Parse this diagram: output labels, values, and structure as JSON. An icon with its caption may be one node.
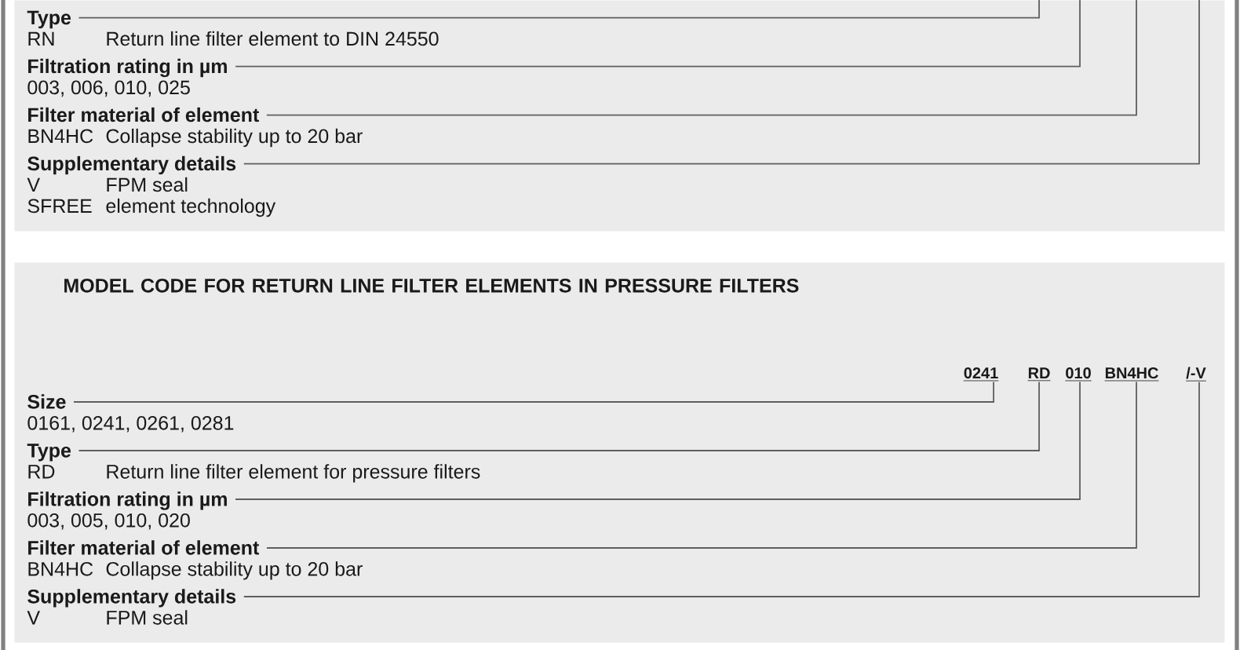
{
  "diagram": {
    "nodes": [
      {
        "text": [],
        "shape": "box"
      },
      {
        "text": [
          "Type",
          "RN",
          "Return line filter element to DIN 24550"
        ],
        "in": 0
      },
      {
        "text": [
          "Filtration rating in µm",
          "003, 006, 010, 025"
        ],
        "in": 0
      },
      {
        "text": [
          "Filter material of element",
          "BN4HC",
          "Collapse stability up to 20 bar"
        ],
        "in": 0
      },
      {
        "text": [
          "Supplementary details",
          "V",
          "FPM seal",
          "SFREE",
          "element technology"
        ],
        "in": 0
      },
      {
        "text": [
          "MODEL CODE FOR RETURN LINE FILTER ELEMENTS IN PRESSURE FILTERS"
        ]
      },
      {
        "text": [
          "0241"
        ],
        "in": 5
      },
      {
        "text": [
          "RD"
        ],
        "in": 5
      },
      {
        "text": [
          "010"
        ],
        "in": 5
      },
      {
        "text": [
          "BN4HC"
        ],
        "in": 5
      },
      {
        "text": [
          "/-V"
        ],
        "in": 5
      },
      {
        "text": [
          "Size",
          "0161, 0241, 0261, 0281"
        ],
        "in": 5
      },
      {
        "text": [
          "Type",
          "RD",
          "Return line filter element for pressure filters"
        ],
        "in": 5
      },
      {
        "text": [
          "Filtration rating in µm",
          "003, 005, 010, 020"
        ],
        "in": 5
      },
      {
        "text": [
          "Filter material of element",
          "BN4HC",
          "Collapse stability up to 20 bar"
        ],
        "in": 5
      },
      {
        "text": [
          "Supplementary details",
          "V",
          "FPM seal"
        ],
        "in": 5
      }
    ],
    "edges": [
      {
        "from": 1,
        "to": null,
        "arrow": "none"
      },
      {
        "from": 2,
        "to": null,
        "arrow": "none"
      },
      {
        "from": 3,
        "to": null,
        "arrow": "none"
      },
      {
        "from": 4,
        "to": null,
        "arrow": "none"
      },
      {
        "from": 11,
        "to": 6,
        "arrow": "none"
      },
      {
        "from": 12,
        "to": 7,
        "arrow": "none"
      },
      {
        "from": 13,
        "to": 8,
        "arrow": "none"
      },
      {
        "from": 14,
        "to": 9,
        "arrow": "none"
      },
      {
        "from": 15,
        "to": 10,
        "arrow": "none"
      }
    ]
  }
}
